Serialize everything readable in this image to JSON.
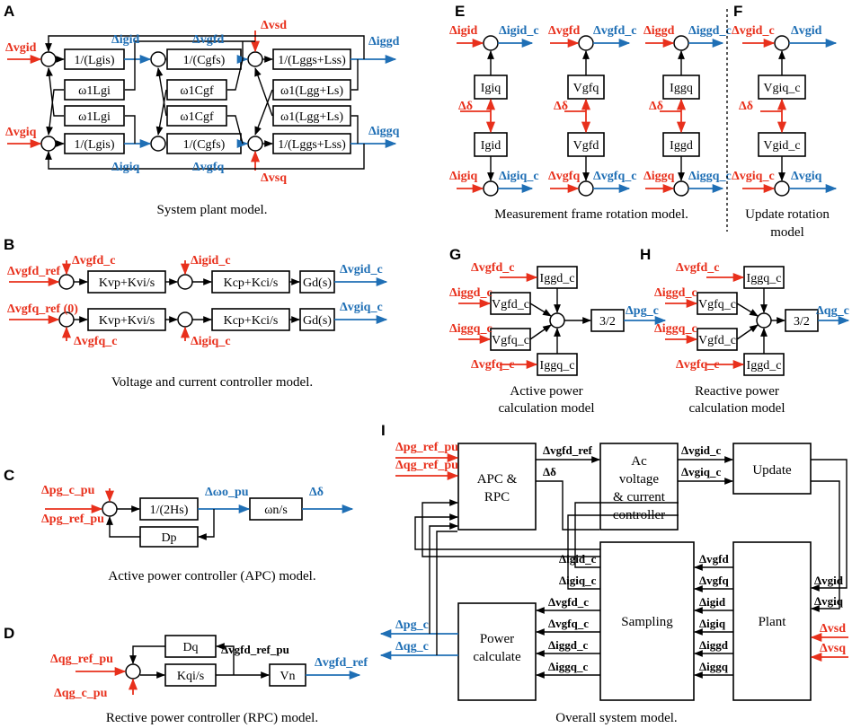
{
  "panels": {
    "A": "A",
    "B": "B",
    "C": "C",
    "D": "D",
    "E": "E",
    "F": "F",
    "G": "G",
    "H": "H",
    "I": "I"
  },
  "captions": {
    "A": "System plant model.",
    "B": "Voltage and current controller model.",
    "C": "Active power controller (APC) model.",
    "D": "Rective power controller (RPC) model.",
    "E": "Measurement frame rotation model.",
    "F1": "Update rotation",
    "F2": "model",
    "G1": "Active power",
    "G2": "calculation model",
    "H1": "Reactive power",
    "H2": "calculation model",
    "I": "Overall system model."
  },
  "A": {
    "in_red": [
      "Δvgid",
      "Δvgiq",
      "Δvsd",
      "Δvsq"
    ],
    "out_blue": [
      "Δigid",
      "Δvgfd",
      "Δiggd",
      "Δigiq",
      "Δvgfq",
      "Δiggq"
    ],
    "blocks": [
      "1/(Lgis)",
      "1/(Cgfs)",
      "1/(Lggs+Lss)",
      "ω1Lgi",
      "ω1Cgf",
      "ω1(Lgg+Ls)",
      "ω1Lgi",
      "ω1Cgf",
      "ω1(Lgg+Ls)",
      "1/(Lgis)",
      "1/(Cgfs)",
      "1/(Lggs+Lss)"
    ]
  },
  "B": {
    "in_red": [
      "Δvgfd_ref",
      "Δvgfd_c",
      "Δvgfq_ref (0)",
      "Δvgfq_c",
      "Δigid_c",
      "Δigiq_c"
    ],
    "blocks": [
      "Kvp+Kvi/s",
      "Kcp+Kci/s",
      "Gd(s)",
      "Kvp+Kvi/s",
      "Kcp+Kci/s",
      "Gd(s)"
    ],
    "out_blue": [
      "Δvgid_c",
      "Δvgiq_c"
    ]
  },
  "C": {
    "in_red": [
      "Δpg_c_pu",
      "Δpg_ref_pu"
    ],
    "blocks": [
      "1/(2Hs)",
      "Dp",
      "ωn/s"
    ],
    "out_blue": [
      "Δωo_pu",
      "Δδ"
    ]
  },
  "D": {
    "in_red": [
      "Δqg_ref_pu",
      "Δqg_c_pu"
    ],
    "blocks": [
      "Dq",
      "Kqi/s",
      "Vn"
    ],
    "mid": "Δvgfd_ref_pu",
    "out_blue": [
      "Δvgfd_ref"
    ]
  },
  "E": {
    "cols": [
      {
        "in1": "Δigid",
        "out1": "Δigid_c",
        "b1": "Igiq",
        "b2": "Igid",
        "in2": "Δigiq",
        "out2": "Δigiq_c"
      },
      {
        "in1": "Δvgfd",
        "out1": "Δvgfd_c",
        "b1": "Vgfq",
        "b2": "Vgfd",
        "in2": "Δvgfq",
        "out2": "Δvgfq_c"
      },
      {
        "in1": "Δiggd",
        "out1": "Δiggd_c",
        "b1": "Iggq",
        "b2": "Iggd",
        "in2": "Δiggq",
        "out2": "Δiggq_c"
      }
    ],
    "delta": "Δδ"
  },
  "F": {
    "in1": "Δvgid_c",
    "out1": "Δvgid",
    "b1": "Vgiq_c",
    "b2": "Vgid_c",
    "in2": "Δvgiq_c",
    "out2": "Δvgiq",
    "delta": "Δδ"
  },
  "G": {
    "in": [
      "Δvgfd_c",
      "Δiggd_c",
      "Δiggq_c",
      "Δvgfq_c"
    ],
    "blocks": [
      "Iggd_c",
      "Vgfd_c",
      "Vgfq_c",
      "Iggq_c",
      "3/2"
    ],
    "out": "Δpg_c"
  },
  "H": {
    "in": [
      "Δvgfd_c",
      "Δiggd_c",
      "Δiggq_c",
      "Δvgfq_c"
    ],
    "blocks": [
      "Iggq_c",
      "Vgfq_c",
      "Vgfd_c",
      "Iggd_c",
      "3/2"
    ],
    "out": "Δqg_c"
  },
  "I": {
    "blocks": {
      "apc1": "APC &",
      "apc2": "RPC",
      "acv1": "Ac",
      "acv2": "voltage",
      "acv3": "& current",
      "acv4": "controller",
      "update": "Update",
      "sampling": "Sampling",
      "plant": "Plant",
      "pow1": "Power",
      "pow2": "calculate"
    },
    "in_red": [
      "Δpg_ref_pu",
      "Δqg_ref_pu",
      "Δvsd",
      "Δvsq"
    ],
    "out_blue": [
      "Δpg_c",
      "Δqg_c"
    ],
    "sig": [
      "Δvgfd_ref",
      "Δδ",
      "Δvgid_c",
      "Δvgiq_c",
      "Δvgid",
      "Δvgiq",
      "Δigid_c",
      "Δigiq_c",
      "Δvgfd_c",
      "Δvgfq_c",
      "Δiggd_c",
      "Δiggq_c",
      "Δvgfd",
      "Δvgfq",
      "Δigid",
      "Δigiq",
      "Δiggd",
      "Δiggq"
    ]
  },
  "colors": {
    "red": "#e8301c",
    "blue": "#1f6fb5"
  }
}
